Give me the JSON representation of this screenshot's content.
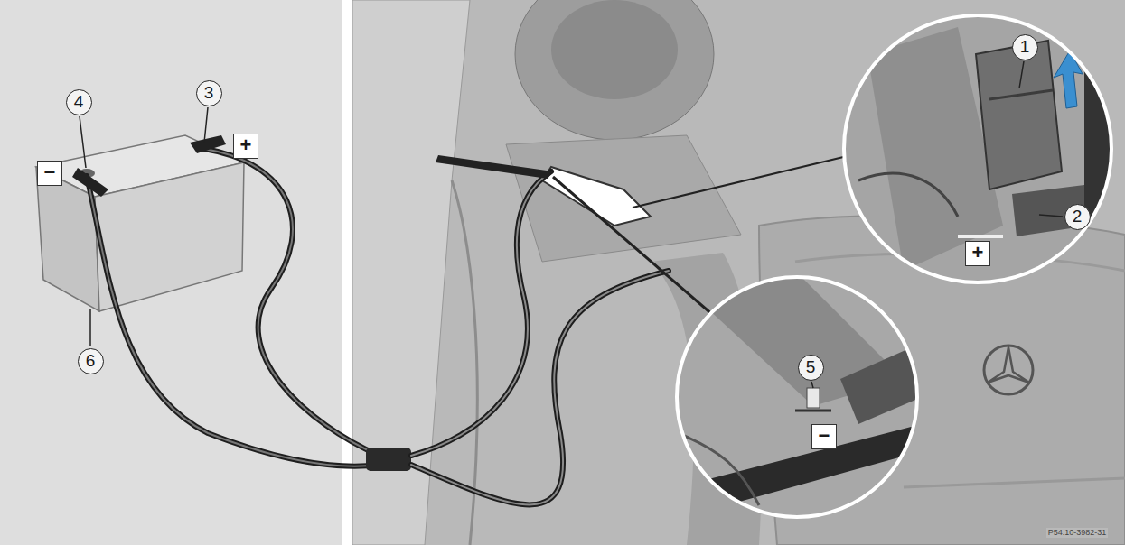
{
  "diagram": {
    "labels": [
      "4",
      "3",
      "+",
      "−",
      "6",
      "1",
      "2",
      "+",
      "5",
      "−",
      "P54.10-3982-31"
    ]
  }
}
